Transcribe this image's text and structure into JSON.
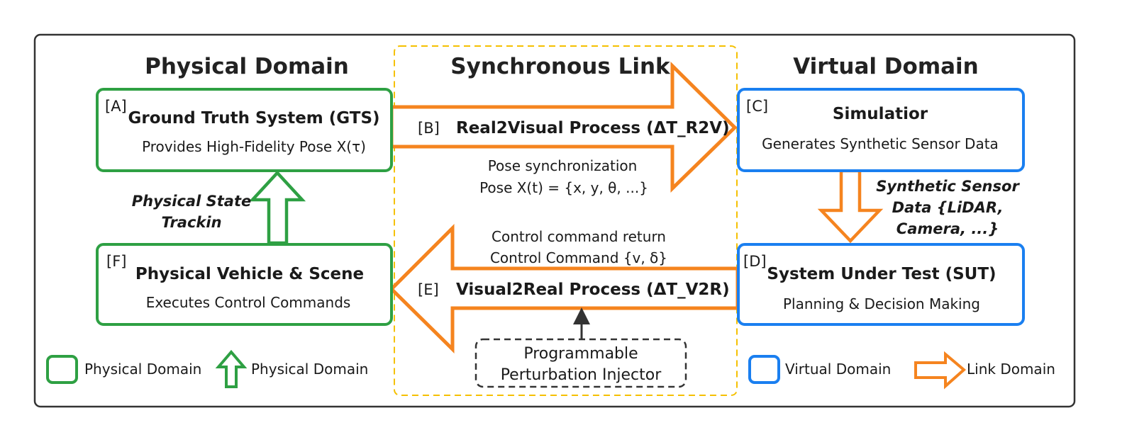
{
  "headers": {
    "physical": "Physical Domain",
    "link": "Synchronous Link",
    "virtual": "Virtual Domain"
  },
  "boxes": {
    "A": {
      "tag": "[A]",
      "title": "Ground Truth System (GTS)",
      "subtitle": "Provides High-Fidelity Pose X(τ)"
    },
    "C": {
      "tag": "[C]",
      "title": "Simulatior",
      "subtitle": "Generates Synthetic Sensor Data"
    },
    "D": {
      "tag": "[D]",
      "title": "System Under Test (SUT)",
      "subtitle": "Planning & Decision Making"
    },
    "F": {
      "tag": "[F]",
      "title": "Physical Vehicle & Scene",
      "subtitle": "Executes Control Commands"
    }
  },
  "arrows": {
    "B": {
      "tag": "[B]",
      "title": "Real2Visual Process (ΔT_R2V)",
      "caption1": "Pose  synchronization",
      "caption2": "Pose X(t) = {x, y, θ, ...}"
    },
    "E": {
      "tag": "[E]",
      "title": "Visual2Real Process (ΔT_V2R)",
      "caption1": "Control command return",
      "caption2": "Control Command {v, δ}"
    },
    "tracking": {
      "line1": "Physical State",
      "line2": "Trackin"
    },
    "sensor": {
      "line1": "Synthetic Sensor",
      "line2": "Data {LiDAR,",
      "line3": "Camera, ...}"
    }
  },
  "injector": {
    "line1": "Programmable",
    "line2": "Perturbation Injector"
  },
  "legend": {
    "physical_box": "Physical Domain",
    "physical_arrow": "Physical Domain",
    "virtual_box": "Virtual Domain",
    "link_arrow": "Link Domain"
  },
  "colors": {
    "physical": "#2ea043",
    "virtual": "#1a7ff0",
    "link": "#f5841f",
    "link_frame": "#f5c000",
    "frame": "#333333"
  }
}
